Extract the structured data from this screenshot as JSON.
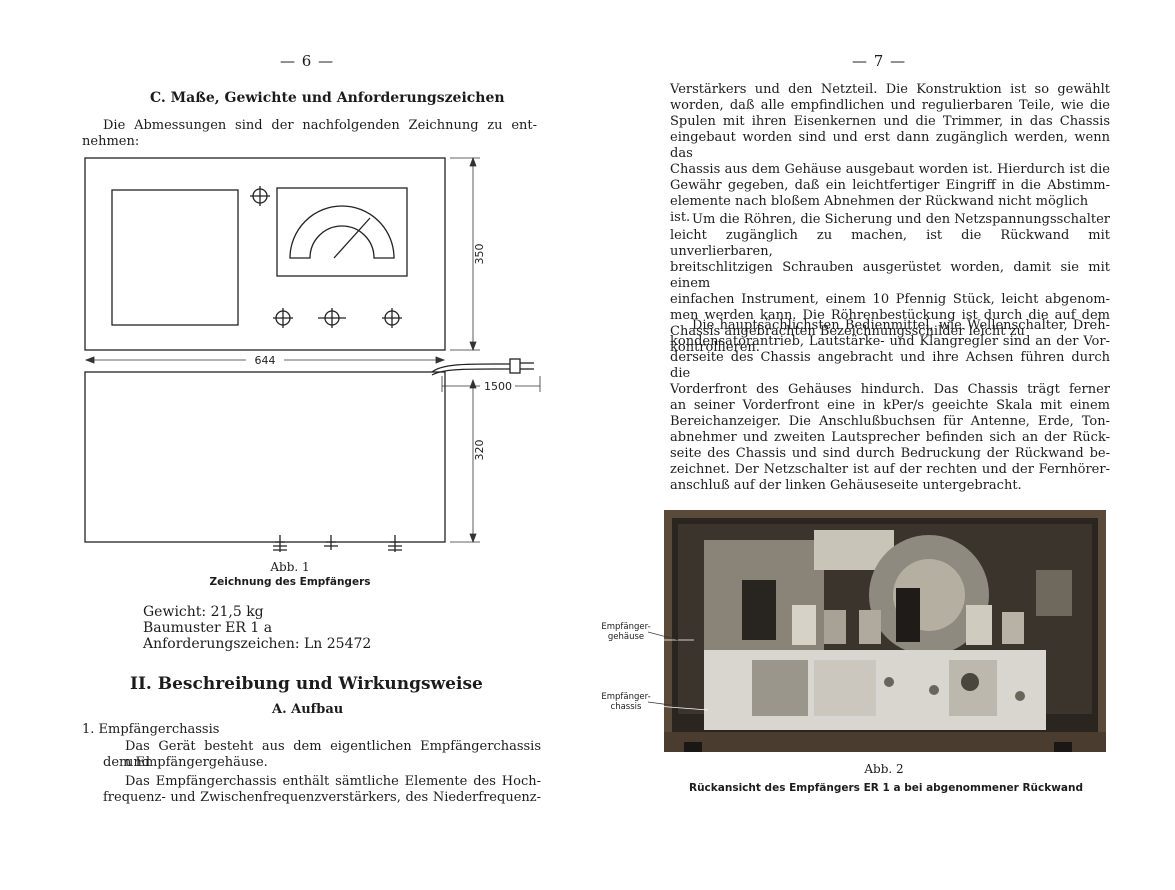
{
  "left": {
    "page_number": "— 6 —",
    "section_title": "C. Maße, Gewichte und Anforderungszeichen",
    "intro_line1": "Die Abmessungen sind der nachfolgenden Zeichnung zu ent-",
    "intro_line2": "nehmen:",
    "drawing": {
      "dim_width": "644",
      "dim_height_top": "350",
      "dim_height_bottom": "320",
      "dim_cable": "1500"
    },
    "figure_number": "Abb. 1",
    "figure_caption": "Zeichnung des Empfängers",
    "specs": [
      "Gewicht: 21,5 kg",
      "Baumuster ER 1 a",
      "Anforderungszeichen: Ln 25472"
    ],
    "chapter_title": "II. Beschreibung und Wirkungsweise",
    "subsection_title": "A. Aufbau",
    "item_title": "1. Empfängerchassis",
    "para1_line1": "Das Gerät besteht aus dem eigentlichen Empfängerchassis und",
    "para1_line2": "dem Empfängergehäuse.",
    "para2_line1": "Das Empfängerchassis enthält sämtliche Elemente des Hoch-",
    "para2_line2": "frequenz- und Zwischenfrequenzverstärkers, des Niederfrequenz-"
  },
  "right": {
    "page_number": "— 7 —",
    "para1": [
      "Verstärkers und den Netzteil. Die Konstruktion ist so gewählt",
      "worden, daß alle empfindlichen und regulierbaren Teile, wie die",
      "Spulen mit ihren Eisenkernen und die Trimmer, in das Chassis",
      "eingebaut worden sind und erst dann zugänglich werden, wenn das",
      "Chassis aus dem Gehäuse ausgebaut worden ist. Hierdurch ist die",
      "Gewähr gegeben, daß ein leichtfertiger Eingriff in die Abstimm-"
    ],
    "para1_last": "elemente nach bloßem Abnehmen der Rückwand nicht möglich ist.",
    "para2": [
      "Um die Röhren, die Sicherung und den Netzspannungsschalter",
      "leicht zugänglich zu machen, ist die Rückwand mit unverlierbaren,",
      "breitschlitzigen Schrauben ausgerüstet worden, damit sie mit einem",
      "einfachen Instrument, einem 10 Pfennig Stück, leicht abgenom-",
      "men werden kann. Die Röhrenbestückung ist durch die auf dem"
    ],
    "para2_last": "Chassis angebrachten Bezeichnungsschilder leicht zu kontrollieren.",
    "para3": [
      "Die hauptsächlichsten Bedienmittel, wie Wellenschalter, Dreh-",
      "kondensatorantrieb, Lautstärke- und Klangregler sind an der Vor-",
      "derseite des Chassis angebracht und ihre Achsen führen durch die",
      "Vorderfront des Gehäuses hindurch. Das Chassis trägt ferner",
      "an seiner Vorderfront eine in kPer/s geeichte Skala mit einem",
      "Bereichanzeiger. Die Anschlußbuchsen für Antenne, Erde, Ton-",
      "abnehmer und zweiten Lautsprecher befinden sich an der Rück-",
      "seite des Chassis und sind durch Bedruckung der Rückwand be-",
      "zeichnet. Der Netzschalter ist auf der rechten und der Fernhörer-"
    ],
    "para3_last": "anschluß auf der linken Gehäuseseite untergebracht.",
    "photo_label_housing": [
      "Empfänger-",
      "gehäuse"
    ],
    "photo_label_chassis": [
      "Empfänger-",
      "chassis"
    ],
    "figure_number": "Abb. 2",
    "figure_caption": "Rückansicht des Empfängers ER 1 a bei abgenommener Rückwand"
  }
}
